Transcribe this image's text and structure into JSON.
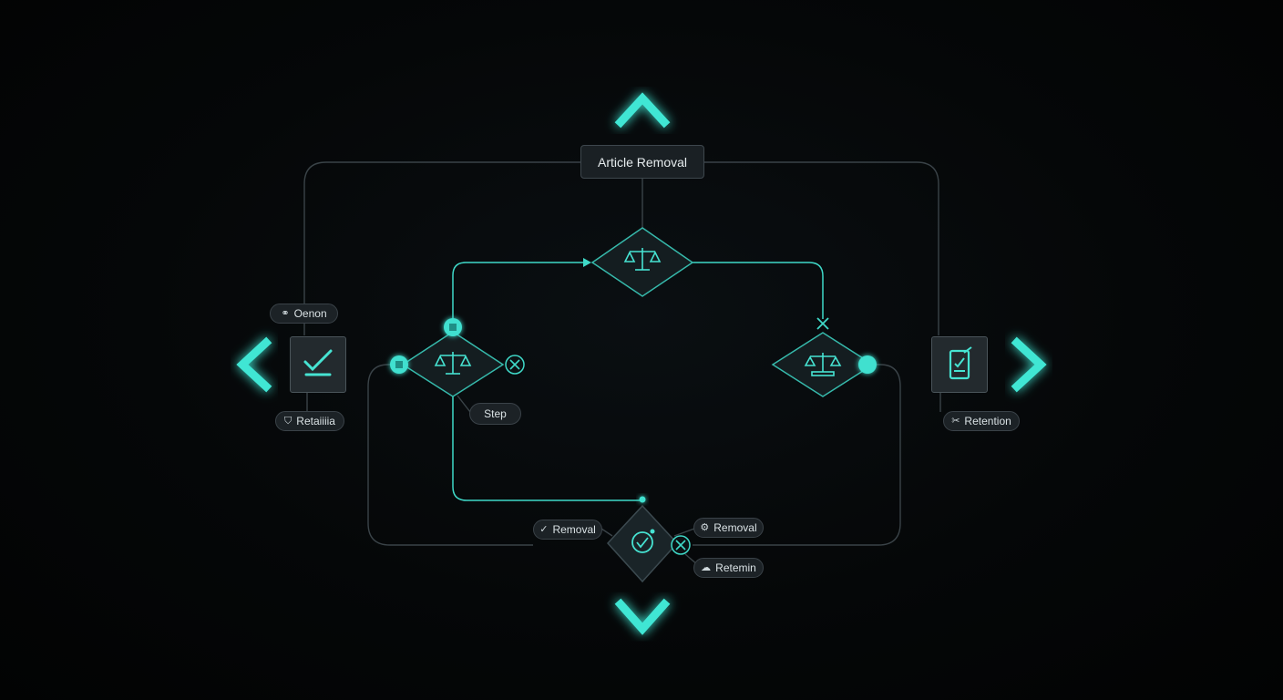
{
  "title": "Article Removal",
  "labels": {
    "top_left": "Oenon",
    "bottom_left": "Retaiiiia",
    "step": "Step",
    "right": "Retention",
    "bottom_center_left": "Removal",
    "bottom_center_right_top": "Removal",
    "bottom_center_right_bottom": "Retemin"
  },
  "icons": {
    "top_left": "link-icon",
    "bottom_left": "shield-icon",
    "right": "scissors-icon",
    "bottom_center_left": "check-icon",
    "bottom_center_right_top": "gear-icon",
    "bottom_center_right_bottom": "cloud-icon"
  },
  "colors": {
    "accent": "#3fe0cf",
    "line": "#3a4348",
    "background": "#050708"
  }
}
